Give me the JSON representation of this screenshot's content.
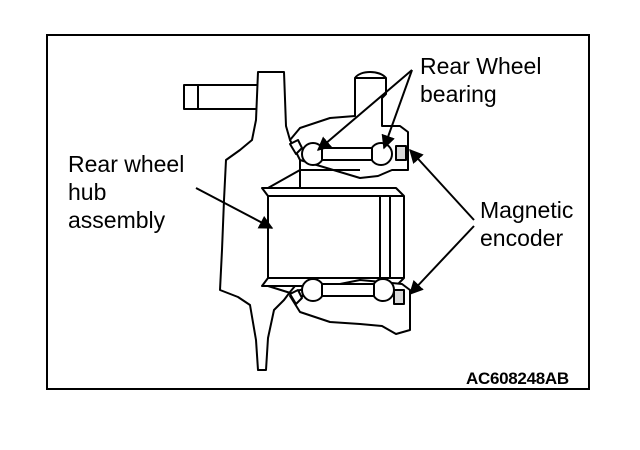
{
  "figure_code": "AC608248AB",
  "labels": {
    "rear_wheel_bearing": [
      "Rear Wheel",
      "bearing"
    ],
    "rear_wheel_hub_assembly": [
      "Rear wheel",
      "hub",
      "assembly"
    ],
    "magnetic_encoder": [
      "Magnetic",
      "encoder"
    ]
  },
  "colors": {
    "line": "#000000",
    "fill": "#ffffff",
    "shade": "#d9d9d9"
  }
}
